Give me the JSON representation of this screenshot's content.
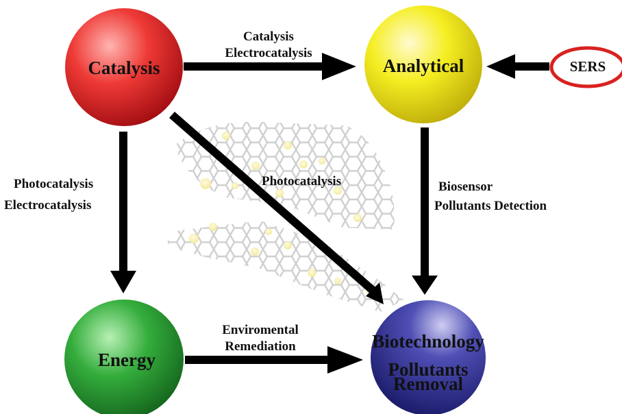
{
  "nodes": {
    "catalysis": "Catalysis",
    "analytical": "Analytical",
    "energy": "Energy",
    "biotechnology": "Biotechnology",
    "pollutants": "Pollutants",
    "removal": "Removal"
  },
  "sers": "SERS",
  "edges": {
    "catalysis_analytical": [
      "Catalysis",
      "Electrocatalysis"
    ],
    "catalysis_energy": [
      "Photocatalysis",
      "Electrocatalysis"
    ],
    "catalysis_biotech": [
      "Photocatalysis"
    ],
    "analytical_biotech": [
      "Biosensor",
      "Pollutants Detection"
    ],
    "energy_biotech": [
      "Enviromental",
      "Remediation"
    ]
  },
  "colors": {
    "catalysis": "#e8262a",
    "analytical": "#f2ea1c",
    "energy": "#2fa53a",
    "biotechnology": "#2c2d8c",
    "sers_ring": "#d9211f",
    "arrow": "#000000"
  }
}
